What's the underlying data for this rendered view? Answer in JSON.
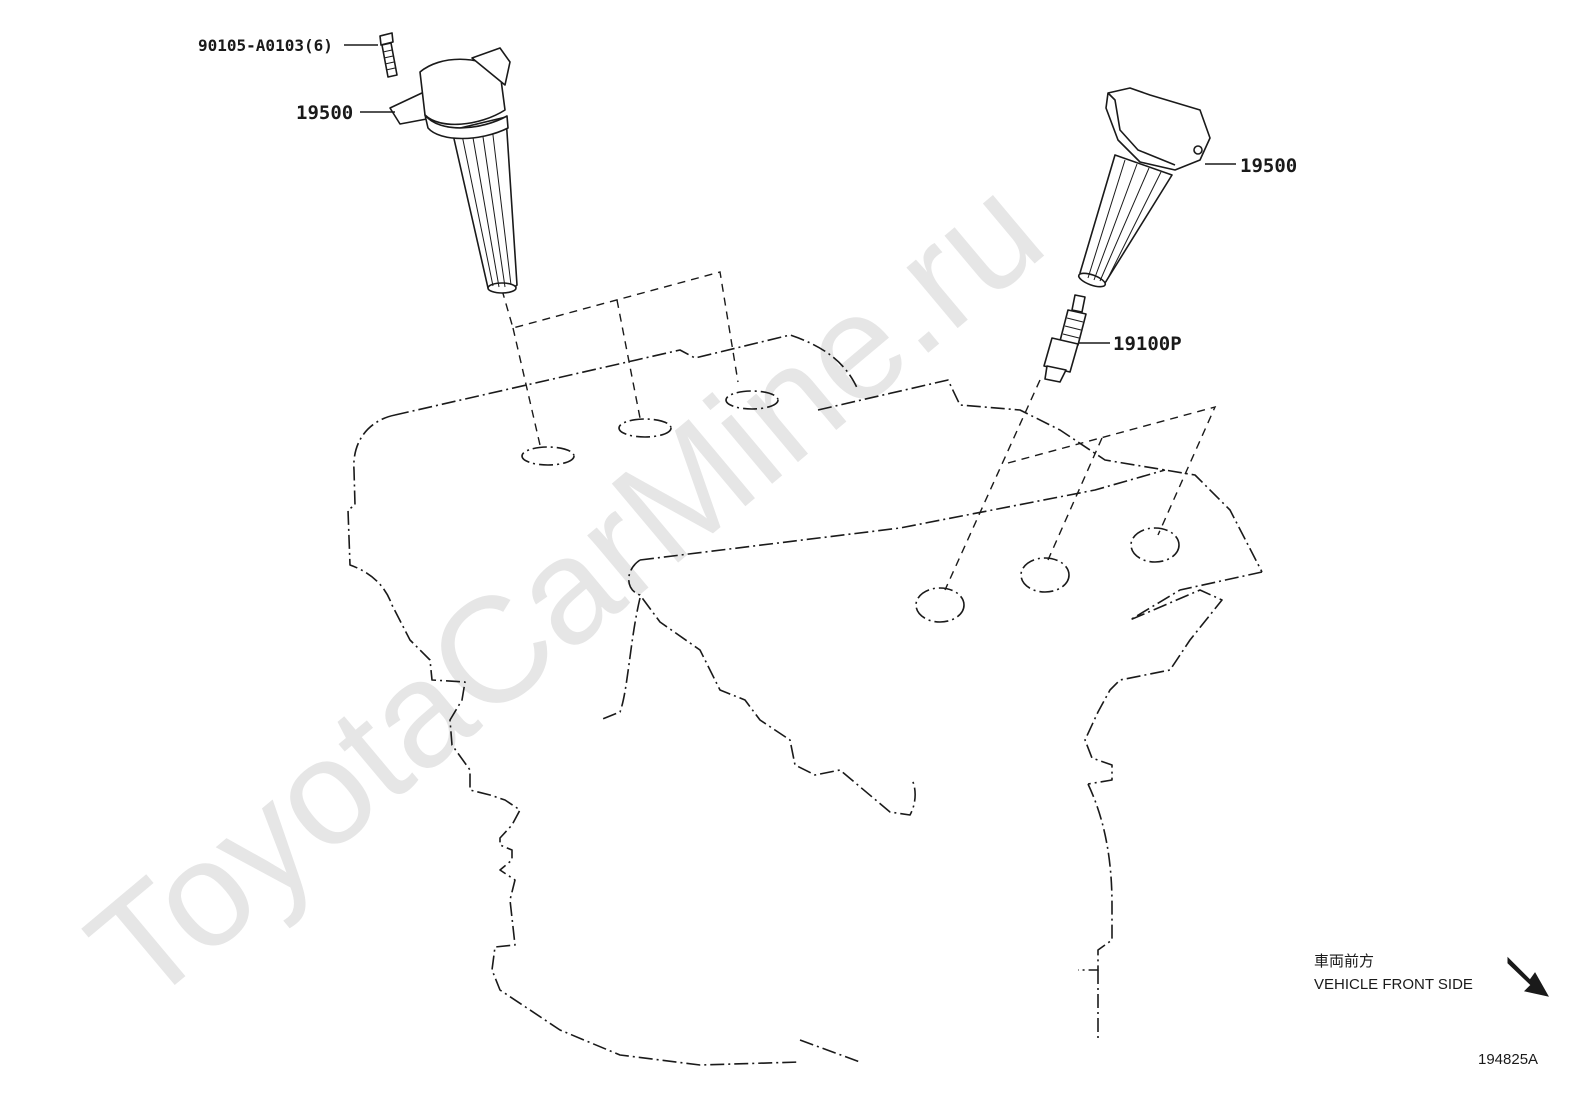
{
  "watermark": {
    "text": "ToyotaCarMine.ru"
  },
  "parts": {
    "bolt": {
      "label": "90105-A0103(6)"
    },
    "coil_left": {
      "label": "19500"
    },
    "coil_right": {
      "label": "19500"
    },
    "spark_plug": {
      "label": "19100P"
    }
  },
  "orientation": {
    "japanese": "車両前方",
    "english": "VEHICLE FRONT SIDE",
    "arrow_icon": "arrow-down-right-icon"
  },
  "figure_id": "194825A"
}
